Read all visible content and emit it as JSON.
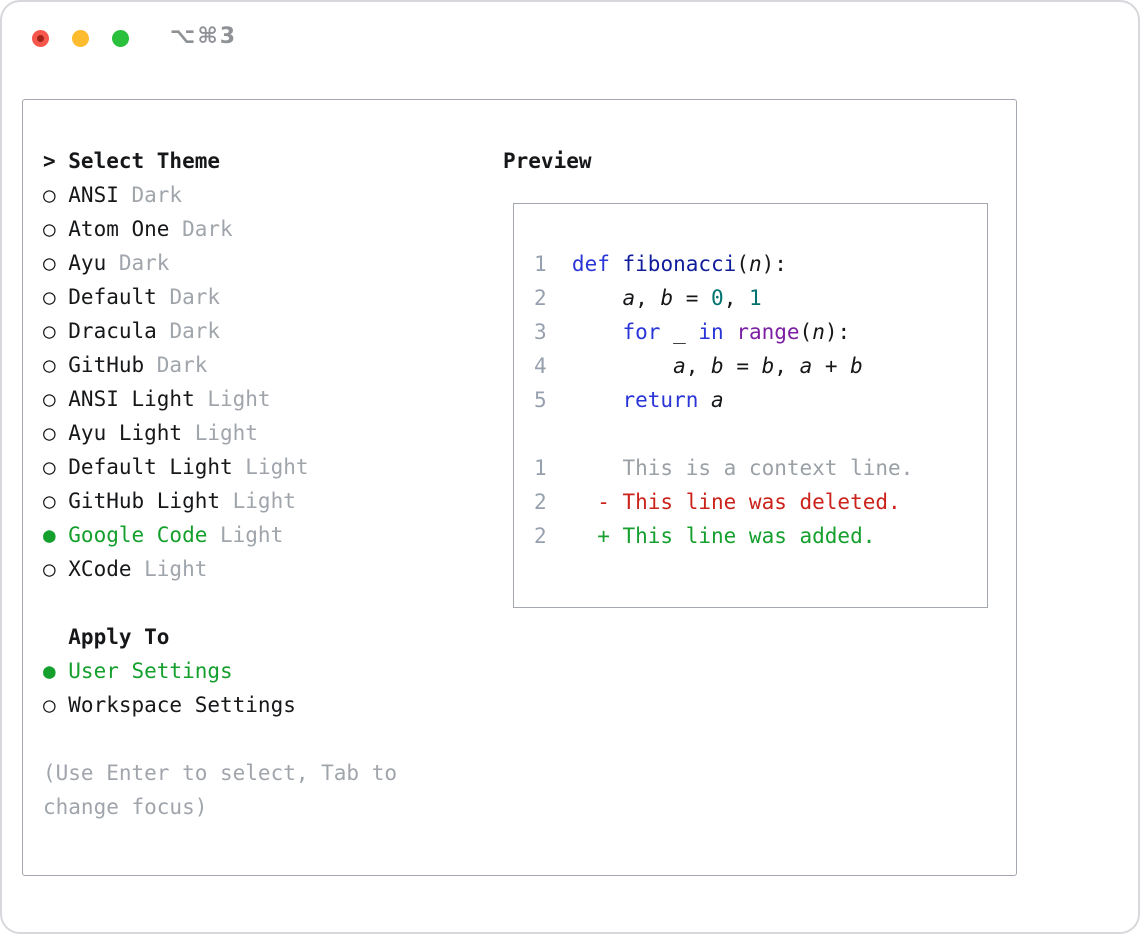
{
  "titlebar": {
    "shortcut": "⌥⌘3"
  },
  "theme_picker": {
    "markers": {
      "prompt": ">",
      "selected": "●",
      "unselected": "○"
    },
    "title": "Select Theme",
    "items": [
      {
        "name": "ANSI",
        "variant": "Dark",
        "selected": false
      },
      {
        "name": "Atom One",
        "variant": "Dark",
        "selected": false
      },
      {
        "name": "Ayu",
        "variant": "Dark",
        "selected": false
      },
      {
        "name": "Default",
        "variant": "Dark",
        "selected": false
      },
      {
        "name": "Dracula",
        "variant": "Dark",
        "selected": false
      },
      {
        "name": "GitHub",
        "variant": "Dark",
        "selected": false
      },
      {
        "name": "ANSI Light",
        "variant": "Light",
        "selected": false
      },
      {
        "name": "Ayu Light",
        "variant": "Light",
        "selected": false
      },
      {
        "name": "Default Light",
        "variant": "Light",
        "selected": false
      },
      {
        "name": "GitHub Light",
        "variant": "Light",
        "selected": false
      },
      {
        "name": "Google Code",
        "variant": "Light",
        "selected": true
      },
      {
        "name": "XCode",
        "variant": "Light",
        "selected": false
      }
    ],
    "apply_to": {
      "label": "Apply To",
      "options": [
        {
          "label": "User Settings",
          "selected": true
        },
        {
          "label": "Workspace Settings",
          "selected": false
        }
      ]
    },
    "help": "(Use Enter to select, Tab to change focus)"
  },
  "preview": {
    "title": "Preview",
    "code_lines": [
      {
        "num": "1",
        "tokens": [
          [
            "def",
            "kw"
          ],
          [
            " ",
            "pl"
          ],
          [
            "fibonacci",
            "fn"
          ],
          [
            "(",
            "pl"
          ],
          [
            "n",
            "var"
          ],
          [
            "):",
            "pl"
          ]
        ]
      },
      {
        "num": "2",
        "tokens": [
          [
            "    ",
            "pl"
          ],
          [
            "a",
            "var"
          ],
          [
            ", ",
            "pl"
          ],
          [
            "b",
            "var"
          ],
          [
            " = ",
            "pl"
          ],
          [
            "0",
            "num"
          ],
          [
            ", ",
            "pl"
          ],
          [
            "1",
            "num"
          ]
        ]
      },
      {
        "num": "3",
        "tokens": [
          [
            "    ",
            "pl"
          ],
          [
            "for",
            "kw"
          ],
          [
            " _ ",
            "pl"
          ],
          [
            "in",
            "kw"
          ],
          [
            " ",
            "pl"
          ],
          [
            "range",
            "typ"
          ],
          [
            "(",
            "pl"
          ],
          [
            "n",
            "var"
          ],
          [
            "):",
            "pl"
          ]
        ]
      },
      {
        "num": "4",
        "tokens": [
          [
            "        ",
            "pl"
          ],
          [
            "a",
            "var"
          ],
          [
            ", ",
            "pl"
          ],
          [
            "b",
            "var"
          ],
          [
            " = ",
            "pl"
          ],
          [
            "b",
            "var"
          ],
          [
            ", ",
            "pl"
          ],
          [
            "a",
            "var"
          ],
          [
            " + ",
            "pl"
          ],
          [
            "b",
            "var"
          ]
        ]
      },
      {
        "num": "5",
        "tokens": [
          [
            "    ",
            "pl"
          ],
          [
            "return",
            "kw"
          ],
          [
            " ",
            "pl"
          ],
          [
            "a",
            "var"
          ]
        ]
      }
    ],
    "diff_lines": [
      {
        "num": "1",
        "kind": "context",
        "text": "    This is a context line."
      },
      {
        "num": "2",
        "kind": "deleted",
        "text": "  - This line was deleted."
      },
      {
        "num": "2",
        "kind": "added",
        "text": "  + This line was added."
      }
    ]
  },
  "colors": {
    "accent_green": "#15a02e",
    "deleted_red": "#cb231c",
    "muted_gray": "#a0a5ac",
    "keyword_blue": "#2a35d8",
    "function_navy": "#0f1d9b",
    "number_teal": "#00736f",
    "type_purple": "#7c1fa2",
    "line_number_gray": "#97a0ae",
    "traffic_red": "#f7564d",
    "traffic_yellow": "#fdbc2f",
    "traffic_green": "#2bc03c"
  }
}
